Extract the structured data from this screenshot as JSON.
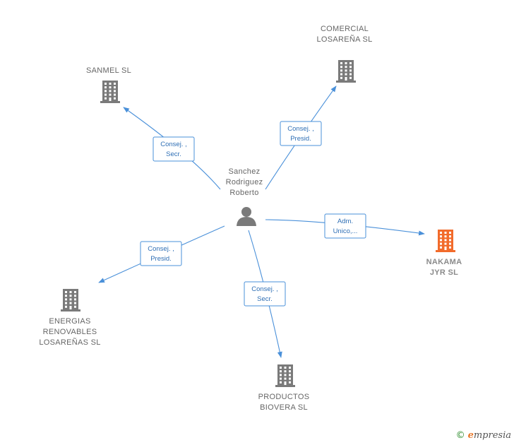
{
  "center": {
    "name_lines": [
      "Sanchez",
      "Rodriguez",
      "Roberto"
    ],
    "icon": "person-icon"
  },
  "companies": [
    {
      "id": "sanmel",
      "name_lines": [
        "SANMEL SL"
      ],
      "highlight": false,
      "icon": "building-icon"
    },
    {
      "id": "comercial",
      "name_lines": [
        "COMERCIAL",
        "LOSAREÑA SL"
      ],
      "highlight": false,
      "icon": "building-icon"
    },
    {
      "id": "nakama",
      "name_lines": [
        "NAKAMA",
        "JYR  SL"
      ],
      "highlight": true,
      "icon": "building-icon"
    },
    {
      "id": "energias",
      "name_lines": [
        "ENERGIAS",
        "RENOVABLES",
        "LOSAREÑAS SL"
      ],
      "highlight": false,
      "icon": "building-icon"
    },
    {
      "id": "productos",
      "name_lines": [
        "PRODUCTOS",
        "BIOVERA SL"
      ],
      "highlight": false,
      "icon": "building-icon"
    }
  ],
  "relations": [
    {
      "target": "sanmel",
      "label_lines": [
        "Consej. ,",
        "Secr."
      ]
    },
    {
      "target": "comercial",
      "label_lines": [
        "Consej. ,",
        "Presid."
      ]
    },
    {
      "target": "nakama",
      "label_lines": [
        "Adm.",
        "Unico,..."
      ]
    },
    {
      "target": "energias",
      "label_lines": [
        "Consej. ,",
        "Presid."
      ]
    },
    {
      "target": "productos",
      "label_lines": [
        "Consej. ,",
        "Secr."
      ]
    }
  ],
  "colors": {
    "edge": "#4a90d9",
    "building": "#7a7a7a",
    "building_highlight": "#f26b2b",
    "person": "#7a7a7a"
  },
  "watermark": {
    "copyright_symbol": "©",
    "brand_first": "e",
    "brand_rest": "mpresia"
  }
}
